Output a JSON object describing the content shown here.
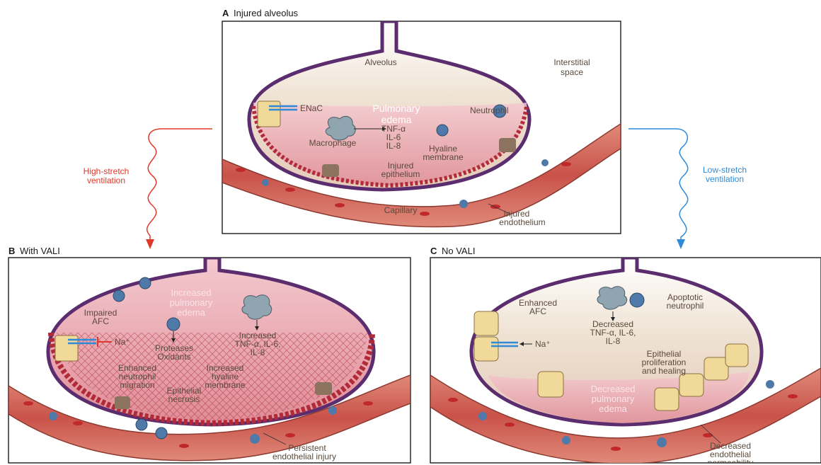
{
  "panel_a": {
    "letter": "A",
    "title": "Injured alveolus",
    "alveolus": "Alveolus",
    "interstitial": [
      "Interstitial",
      "space"
    ],
    "enac": "ENaC",
    "edema": [
      "Pulmonary",
      "edema"
    ],
    "neutrophil": "Neutrophil",
    "macrophage": "Macrophage",
    "cytokines": [
      "TNF-α",
      "IL-6",
      "IL-8"
    ],
    "hyaline": [
      "Hyaline",
      "membrane"
    ],
    "injured_epithelium": [
      "Injured",
      "epithelium"
    ],
    "capillary": "Capillary",
    "injured_endothelium": [
      "Injured",
      "endothelium"
    ]
  },
  "arrows": {
    "high_stretch": [
      "High-stretch",
      "ventilation"
    ],
    "low_stretch": [
      "Low-stretch",
      "ventilation"
    ],
    "high_color": "#e0382b",
    "low_color": "#2f8ad8"
  },
  "panel_b": {
    "letter": "B",
    "title": "With VALI",
    "increased_edema": [
      "Increased",
      "pulmonary",
      "edema"
    ],
    "impaired_afc": [
      "Impaired",
      "AFC"
    ],
    "na": "Na⁺",
    "proteases": [
      "Proteases",
      "Oxidants"
    ],
    "increased_cytokines": [
      "Increased",
      "TNF-α, IL-6,",
      "IL-8"
    ],
    "enhanced_migration": [
      "Enhanced",
      "neutrophil",
      "migration"
    ],
    "increased_hyaline": [
      "Increased",
      "hyaline",
      "membrane"
    ],
    "necrosis": [
      "Epithelial",
      "necrosis"
    ],
    "persistent_injury": [
      "Persistent",
      "endothelial injury"
    ]
  },
  "panel_c": {
    "letter": "C",
    "title": "No VALI",
    "enhanced_afc": [
      "Enhanced",
      "AFC"
    ],
    "apoptotic": [
      "Apoptotic",
      "neutrophil"
    ],
    "decreased_cytokines": [
      "Decreased",
      "TNF-α, IL-6,",
      "IL-8"
    ],
    "na": "Na⁺",
    "proliferation": [
      "Epithelial",
      "proliferation",
      "and healing"
    ],
    "decreased_edema": [
      "Decreased",
      "pulmonary",
      "edema"
    ],
    "decreased_permeability": [
      "Decreased",
      "endothelial",
      "permeability"
    ]
  },
  "colors": {
    "wall": "#5c2d6e",
    "alveolus_fill": "#efe3d4",
    "edema": "#e8a5ad",
    "vessel": "#c9524a",
    "rbc": "#c0282a",
    "cell": "#f1d99a",
    "macrophage": "#8fa5b0",
    "neutrophil": "#4f79a8"
  }
}
